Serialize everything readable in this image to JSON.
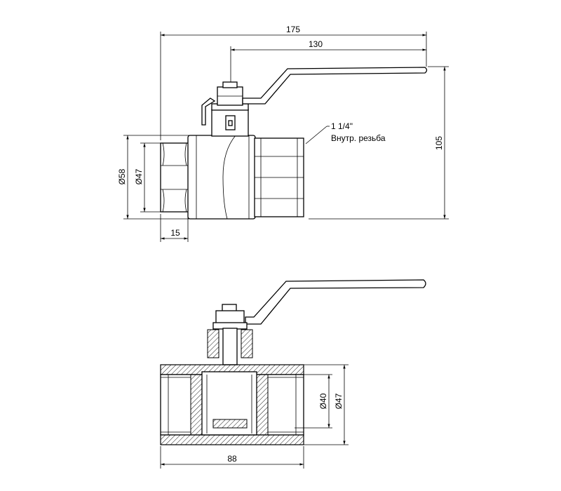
{
  "dimensions": {
    "overall_length": "175",
    "handle_length": "130",
    "height": "105",
    "outer_diameter": "Ø58",
    "thread_diameter": "Ø47",
    "thread_length": "15",
    "body_length": "88",
    "bore_diameter": "Ø40",
    "section_thread_diameter": "Ø47"
  },
  "annotation": {
    "thread_size": "1 1/4\"",
    "thread_type": "Внутр. резьба"
  }
}
